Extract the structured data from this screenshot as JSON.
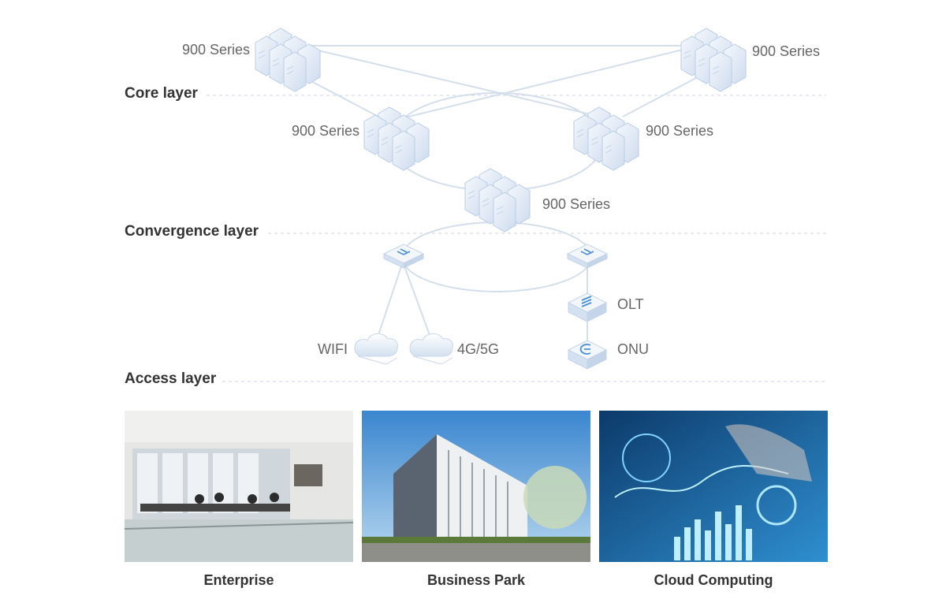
{
  "layers": {
    "core": "Core layer",
    "convergence": "Convergence layer",
    "access": "Access layer"
  },
  "nodes": {
    "core_left": "900 Series",
    "core_right": "900 Series",
    "agg_left": "900 Series",
    "agg_right": "900 Series",
    "agg_center": "900 Series",
    "wifi": "WIFI",
    "cellular": "4G/5G",
    "olt": "OLT",
    "onu": "ONU"
  },
  "scenarios": {
    "enterprise": "Enterprise",
    "business_park": "Business Park",
    "cloud_computing": "Cloud Computing"
  },
  "colors": {
    "line": "#d5dfec",
    "device": "#dbe7f5",
    "device_dark": "#b9cde6",
    "accent": "#4a90d9"
  }
}
